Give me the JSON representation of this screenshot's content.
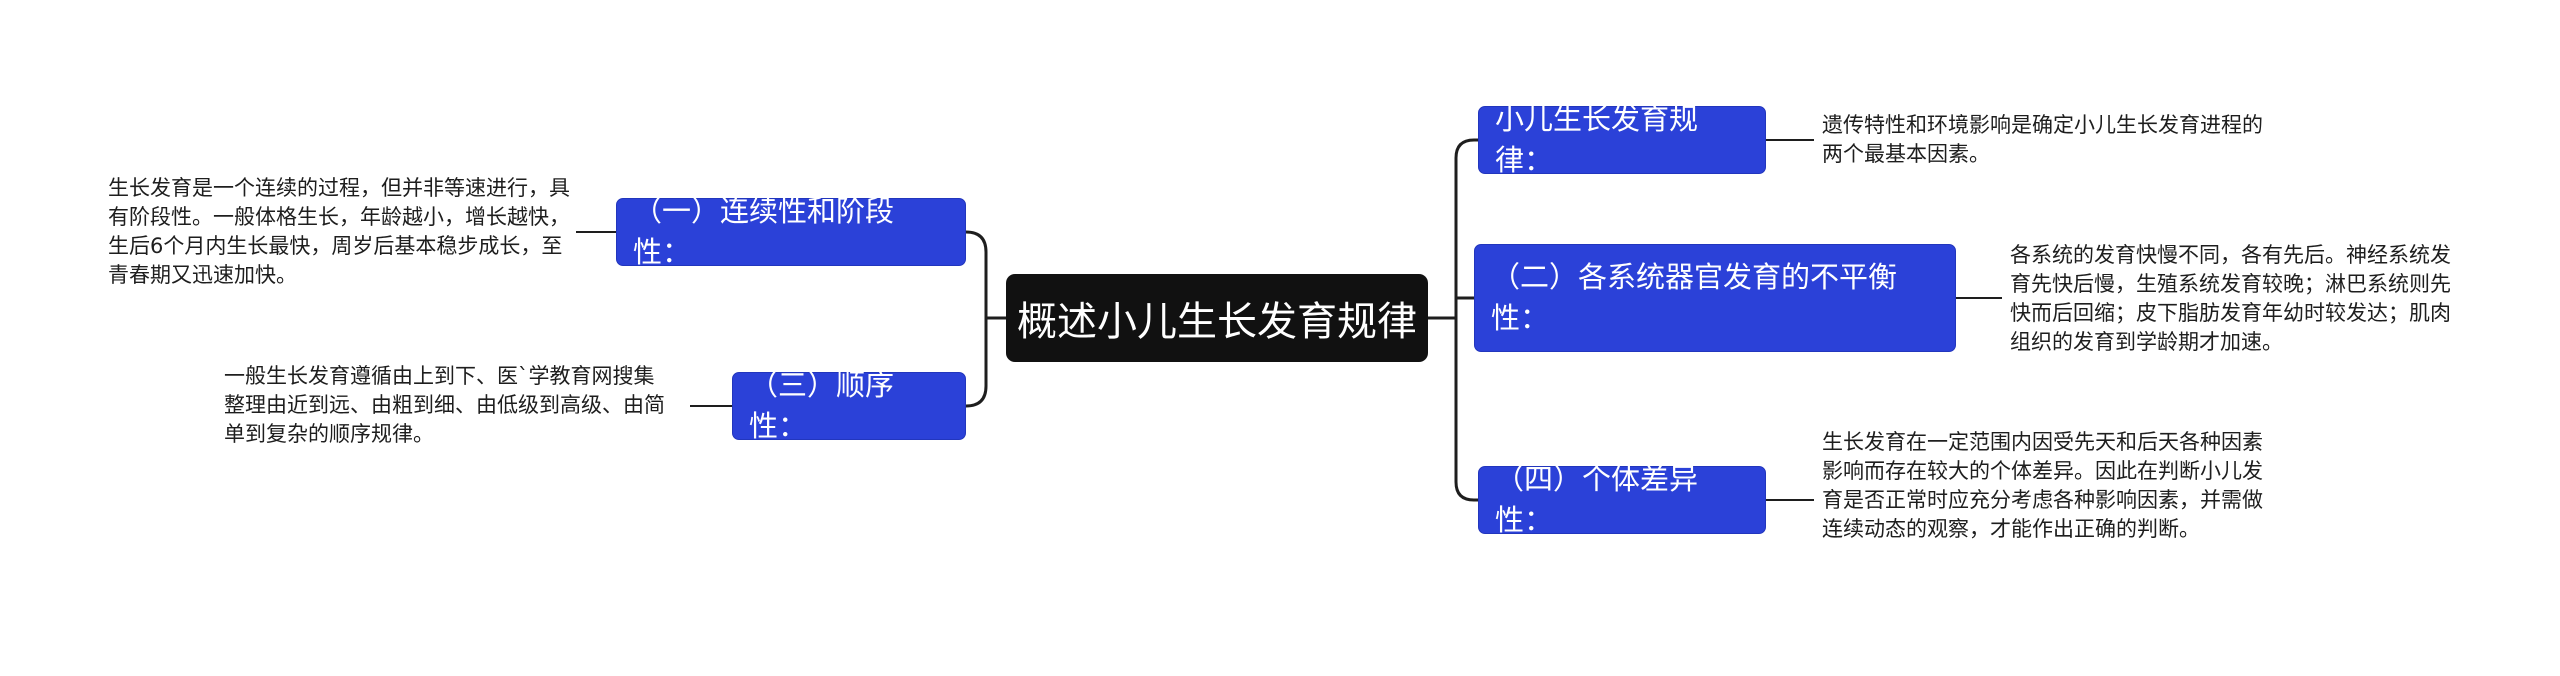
{
  "mindmap": {
    "central": {
      "label": "概述小儿生长发育规律"
    },
    "branches": [
      {
        "label": "小儿生长发育规律：",
        "note": "遗传特性和环境影响是确定小儿生长发育进程的两个最基本因素。"
      },
      {
        "label": "（二）各系统器官发育的不平衡性：",
        "note": "各系统的发育快慢不同，各有先后。神经系统发育先快后慢，生殖系统发育较晚；淋巴系统则先快而后回缩；皮下脂肪发育年幼时较发达；肌肉组织的发育到学龄期才加速。"
      },
      {
        "label": "（四）个体差异性：",
        "note": "生长发育在一定范围内因受先天和后天各种因素影响而存在较大的个体差异。因此在判断小儿发育是否正常时应充分考虑各种影响因素，并需做连续动态的观察，才能作出正确的判断。"
      },
      {
        "label": "（一）连续性和阶段性：",
        "note": "生长发育是一个连续的过程，但并非等速进行，具有阶段性。一般体格生长，年龄越小，增长越快，生后6个月内生长最快，周岁后基本稳步成长，至青春期又迅速加快。"
      },
      {
        "label": "（三）顺序性：",
        "note": "一般生长发育遵循由上到下、医`学教育网搜集整理由近到远、由粗到细、由低级到高级、由简单到复杂的顺序规律。"
      }
    ]
  },
  "colors": {
    "central_bg": "#111111",
    "branch_bg": "#2b41d8",
    "connector": "#1e1e1e",
    "note_text": "#1e1e1e"
  }
}
